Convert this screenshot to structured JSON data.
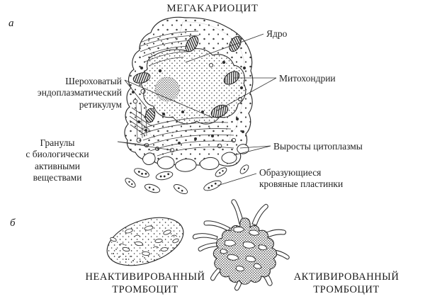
{
  "figure": {
    "title": "МЕГАКАРИОЦИТ",
    "panel_a_marker": "а",
    "panel_b_marker": "б"
  },
  "labels": {
    "rough_er": "Шероховатый\nэндоплазматический\nретикулум",
    "granules": "Гранулы\nс биологически\nактивными\nвеществами",
    "nucleus": "Ядро",
    "mitochondria": "Митохондрии",
    "cytoplasm_protrusions": "Выросты цитоплазмы",
    "forming_platelets": "Образующиеся\nкровяные пластинки"
  },
  "captions": {
    "inactive_platelet": "НЕАКТИВИРОВАННЫЙ\nТРОМБОЦИТ",
    "active_platelet": "АКТИВИРОВАННЫЙ\nТРОМБОЦИТ"
  },
  "colors": {
    "ink": "#1a1a1a",
    "line": "#333333",
    "fill": "#ffffff",
    "stipple": "#444444",
    "organelle_dark": "#3a3a3a",
    "background": "#ffffff"
  },
  "structures": {
    "megakaryocyte": "large cell with crenulated membrane, multilobed nucleus, mitochondria, rough ER, granules, cytoplasmic protrusions",
    "inactive_platelet": "smooth tilted ellipse with stippled surface and internal granules",
    "active_platelet": "dark spiky body with radiating pseudopodia"
  }
}
